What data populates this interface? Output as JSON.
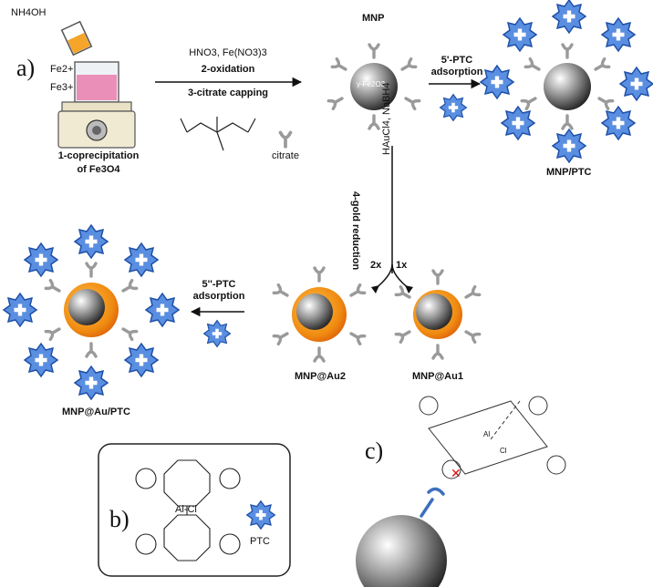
{
  "panels": {
    "a": "a)",
    "b": "b)",
    "c": "c)"
  },
  "reagents": {
    "nh4oh": "NH4OH",
    "fe2": "Fe2+",
    "fe3": "Fe3+",
    "step1_line1": "1-coprecipitation",
    "step1_line2": "of Fe3O4",
    "oxid_reagents": "HNO3, Fe(NO3)3",
    "step2": "2-oxidation",
    "step3": "3-citrate capping",
    "citrate": "citrate",
    "core_label": "γ-Fe2O3"
  },
  "nodes": {
    "mnp": "MNP",
    "mnp_ptc": "MNP/PTC",
    "mnp_au1": "MNP@Au1",
    "mnp_au2": "MNP@Au2",
    "mnp_au_ptc": "MNP@Au/PTC"
  },
  "arrows": {
    "ptc5_line1": "5'-PTC",
    "ptc5_line2": "adsorption",
    "ptc5b_line1": "5''-PTC",
    "ptc5b_line2": "adsorption",
    "gold": "4-gold reduction",
    "gold_reagents": "HAuCl4, NaBH4",
    "two_x": "2x",
    "one_x": "1x"
  },
  "legend": {
    "al_cl": "Al-Cl",
    "ptc": "PTC",
    "al": "Al",
    "cl": "Cl"
  }
}
